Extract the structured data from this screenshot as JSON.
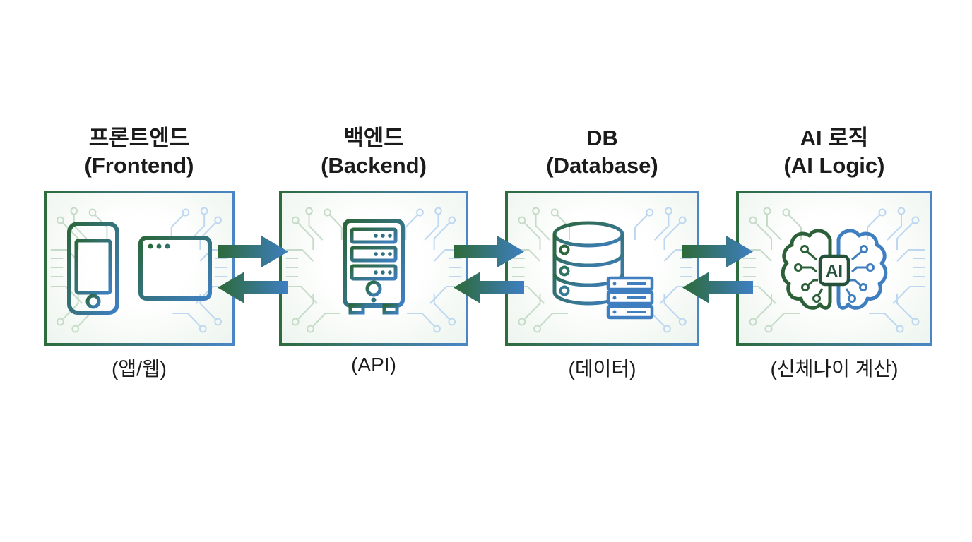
{
  "diagram": {
    "nodes": [
      {
        "id": "frontend",
        "title_ko": "프론트엔드",
        "title_en": "(Frontend)",
        "sublabel": "(앱/웹)",
        "icons": [
          "smartphone-icon",
          "browser-window-icon"
        ]
      },
      {
        "id": "backend",
        "title_ko": "백엔드",
        "title_en": "(Backend)",
        "sublabel": "(API)",
        "icons": [
          "server-icon"
        ]
      },
      {
        "id": "database",
        "title_ko": "DB",
        "title_en": "(Database)",
        "sublabel": "(데이터)",
        "icons": [
          "database-icon",
          "server-rack-icon"
        ]
      },
      {
        "id": "ai-logic",
        "title_ko": "AI 로직",
        "title_en": "(AI Logic)",
        "sublabel": "(신체나이 계산)",
        "icons": [
          "ai-brain-icon"
        ]
      }
    ],
    "connectors": [
      {
        "from": "frontend",
        "to": "backend",
        "type": "bidirectional-arrows"
      },
      {
        "from": "backend",
        "to": "database",
        "type": "bidirectional-arrows"
      },
      {
        "from": "database",
        "to": "ai-logic",
        "type": "bidirectional-arrows"
      }
    ],
    "ai_chip_label": "AI",
    "colors": {
      "green": "#2d6a38",
      "blue": "#3e7fc2",
      "circuit_green": "#c5dbc8",
      "circuit_blue": "#bdd7f0",
      "text": "#1b1b1b",
      "background": "#ffffff"
    }
  }
}
